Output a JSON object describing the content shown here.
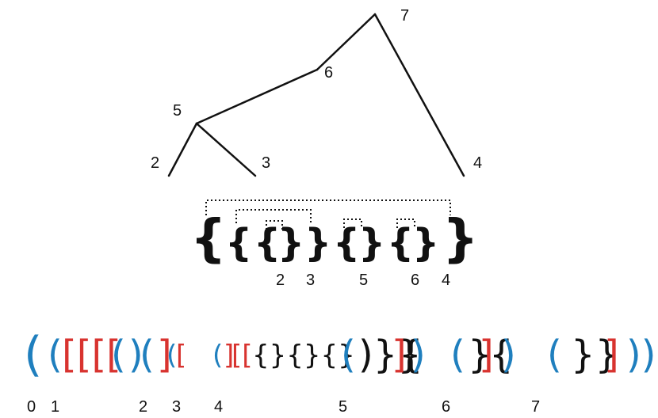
{
  "tree": {
    "node_labels": {
      "n7": "7",
      "n6": "6",
      "n5": "5",
      "n2": "2",
      "n3": "3",
      "n4": "4"
    }
  },
  "nested_braces": {
    "labels": [
      "2",
      "3",
      "5",
      "6",
      "4"
    ]
  },
  "sequence": {
    "tokens": [
      {
        "text": "(",
        "color": "blue"
      },
      {
        "text": "(",
        "color": "blue"
      },
      {
        "text": "[[[[",
        "color": "red"
      },
      {
        "text": "(",
        "color": "blue"
      },
      {
        "text": ")",
        "color": "blue"
      },
      {
        "text": "(",
        "color": "blue"
      },
      {
        "text": "]",
        "color": "red"
      },
      {
        "text": "(",
        "color": "blue"
      },
      {
        "text": "[",
        "color": "red"
      },
      {
        "text": "(",
        "color": "blue"
      },
      {
        "text": "]",
        "color": "red"
      },
      {
        "text": "[[",
        "color": "red"
      },
      {
        "text": "{}{}{}",
        "color": "black"
      },
      {
        "text": "(",
        "color": "blue"
      },
      {
        "text": ")}}",
        "color": "black"
      },
      {
        "text": "]",
        "color": "red"
      },
      {
        "text": "{",
        "color": "black"
      },
      {
        "text": ")",
        "color": "blue"
      },
      {
        "text": "(",
        "color": "blue"
      },
      {
        "text": "}",
        "color": "black"
      },
      {
        "text": "]",
        "color": "red"
      },
      {
        "text": "{",
        "color": "black"
      },
      {
        "text": ")",
        "color": "blue"
      },
      {
        "text": "(",
        "color": "blue"
      },
      {
        "text": "}}",
        "color": "black"
      },
      {
        "text": "]",
        "color": "red"
      },
      {
        "text": "))",
        "color": "blue"
      }
    ],
    "index_labels": [
      "0",
      "1",
      "2",
      "3",
      "4",
      "5",
      "6",
      "7"
    ]
  },
  "colors": {
    "blue": "#1f7fbe",
    "red": "#d8332f",
    "black": "#111111"
  }
}
